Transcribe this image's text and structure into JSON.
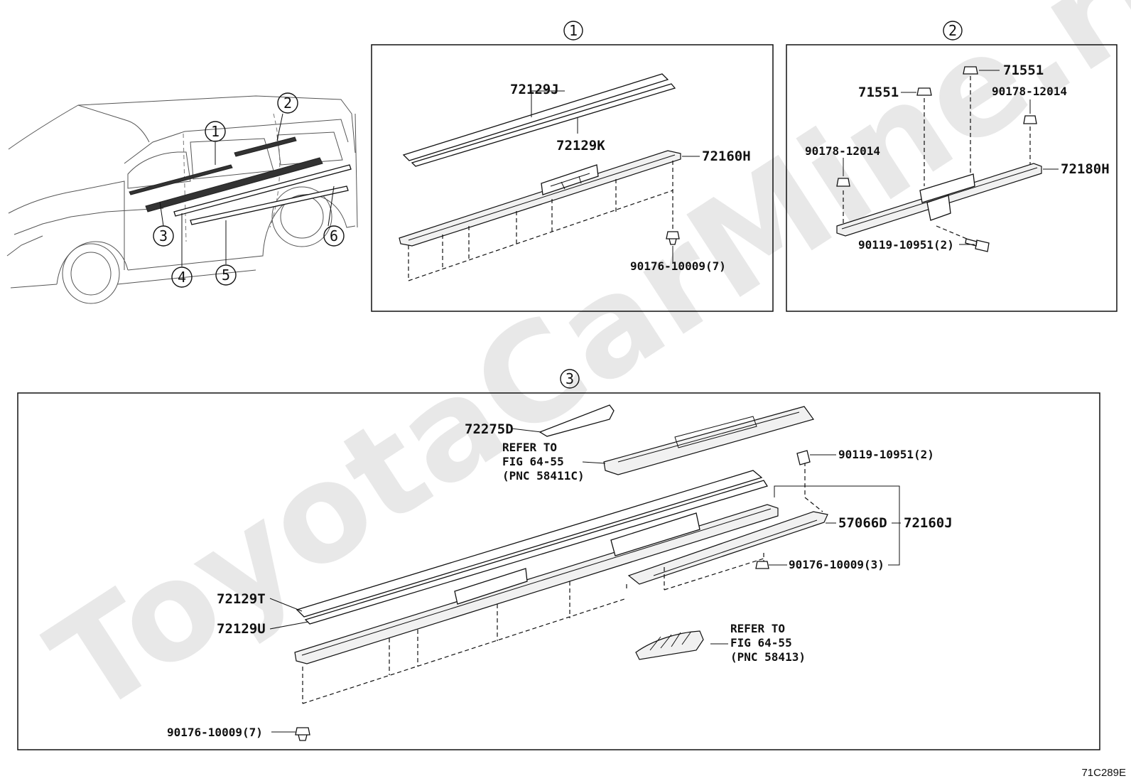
{
  "watermark": "ToyotaCarMine.ru",
  "figure_code": "71C289E",
  "overview": {
    "callouts": [
      "1",
      "2",
      "3",
      "4",
      "5",
      "6"
    ]
  },
  "panel_1": {
    "number": "1",
    "labels": {
      "upper": "72129J",
      "lower": "72129K",
      "rail": "72160H",
      "clip": "90176-10009(7)"
    }
  },
  "panel_2": {
    "number": "2",
    "labels": {
      "nut_a": "71551",
      "nut_b": "71551",
      "clip_a": "90178-12014",
      "clip_b": "90178-12014",
      "rail": "72180H",
      "bolt": "90119-10951(2)"
    }
  },
  "panel_3": {
    "number": "3",
    "labels": {
      "bracket": "72275D",
      "refer1": [
        "REFER TO",
        "FIG 64-55",
        "(PNC 58411C)"
      ],
      "bolt": "90119-10951(2)",
      "cover": "57066D",
      "assy": "72160J",
      "clip_small": "90176-10009(3)",
      "upper": "72129T",
      "lower": "72129U",
      "refer2": [
        "REFER TO",
        "FIG 64-55",
        "(PNC 58413)"
      ],
      "clip_main": "90176-10009(7)"
    }
  }
}
